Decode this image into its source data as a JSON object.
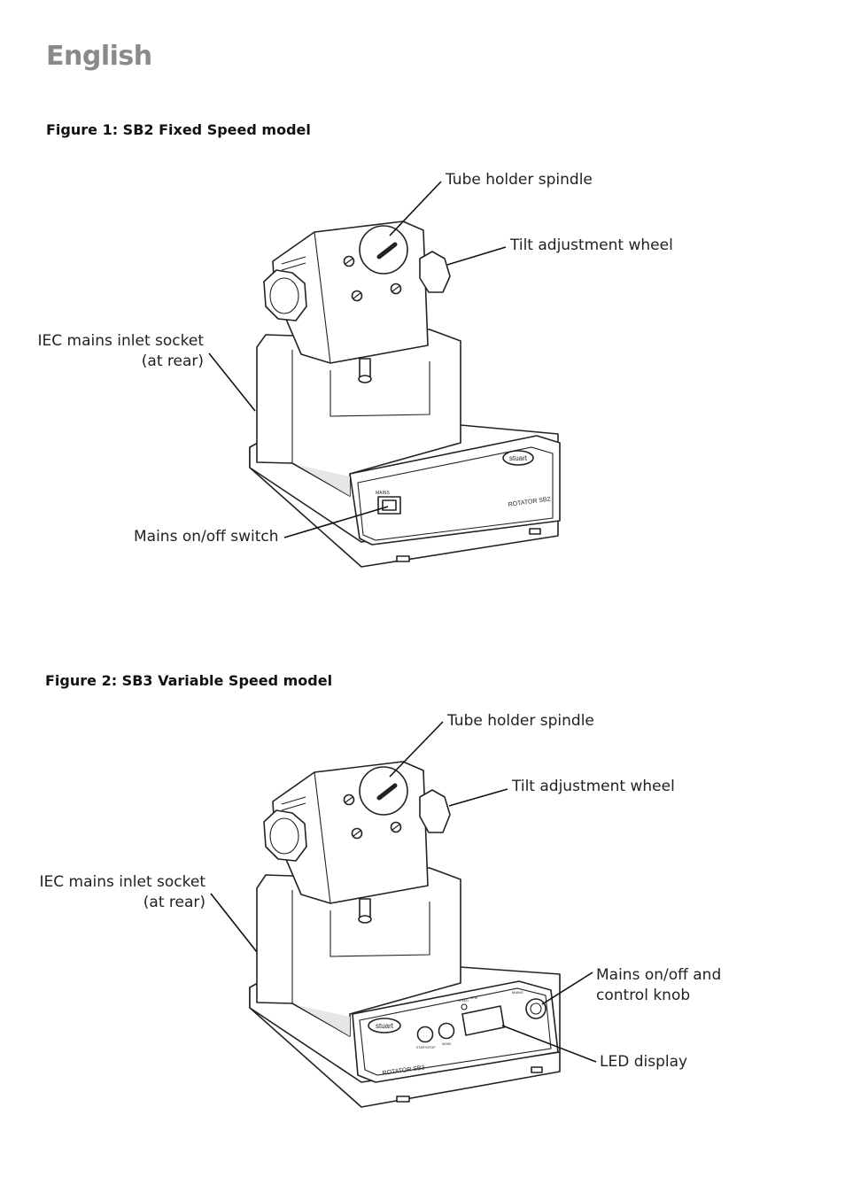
{
  "page": {
    "title": "English"
  },
  "figure1": {
    "caption": "Figure 1: SB2 Fixed Speed model",
    "labels": {
      "spindle": "Tube holder spindle",
      "tilt": "Tilt adjustment wheel",
      "iec": "IEC mains inlet socket\n(at rear)",
      "switch": "Mains on/off switch"
    },
    "device": {
      "brand": "stuart",
      "model": "ROTATOR SB2",
      "switch_label": "MAINS"
    }
  },
  "figure2": {
    "caption": "Figure 2: SB3 Variable Speed model",
    "labels": {
      "spindle": "Tube holder spindle",
      "tilt": "Tilt adjustment wheel",
      "iec": "IEC mains inlet socket\n(at rear)",
      "knob": "Mains on/off and\ncontrol knob",
      "led": "LED display"
    },
    "device": {
      "brand": "stuart",
      "model": "ROTATOR SB3",
      "knob_label": "MAINS",
      "btn1": "START/STOP",
      "btn2": "MODE",
      "disp1": "SPEED",
      "disp2": "RPM"
    }
  }
}
